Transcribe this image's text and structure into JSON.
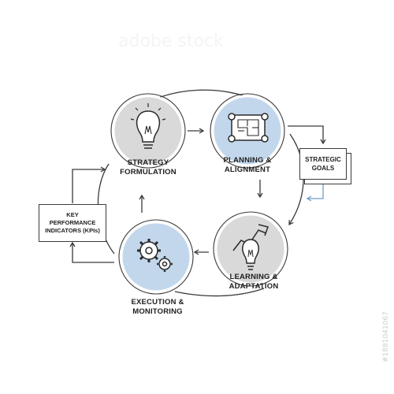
{
  "nodes": {
    "strategy": {
      "lines": [
        "STRATEGY",
        "FORMULATION"
      ],
      "icon": "lightbulb-icon",
      "fill": "#d9d9d9"
    },
    "planning": {
      "lines": [
        "PLANNING &",
        "ALIGNMENT"
      ],
      "icon": "blueprint-icon",
      "fill": "#c3d7ec"
    },
    "learning": {
      "lines": [
        "LEARNING &",
        "ADAPTATION"
      ],
      "icon": "growth-idea-icon",
      "fill": "#d9d9d9"
    },
    "execution": {
      "lines": [
        "EXECUTION &",
        "MONITORING"
      ],
      "icon": "gears-icon",
      "fill": "#c3d7ec"
    }
  },
  "side_boxes": {
    "kpi": {
      "lines": [
        "KEY",
        "PERFORMANCE",
        "INDICATORS (KPIs)"
      ]
    },
    "goals": {
      "lines": [
        "STRATEGIC",
        "GOALS"
      ]
    }
  },
  "colors": {
    "stroke": "#3a3a3a",
    "accent_blue": "#6f9ec7",
    "grey_fill": "#d9d9d9",
    "blue_fill": "#c3d7ec"
  },
  "watermark": {
    "text": "adobe stock",
    "id_tag": "#188104106​7"
  }
}
